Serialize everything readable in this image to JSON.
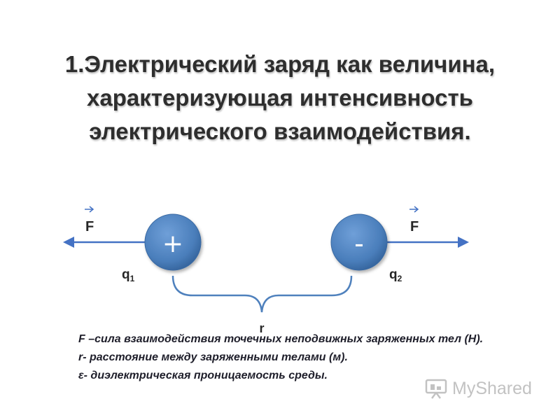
{
  "title": {
    "line1": "1.Электрический заряд как величина,",
    "line2": "характеризующая интенсивность",
    "line3": "электрического взаимодействия."
  },
  "diagram": {
    "force_left": "F",
    "force_right": "F",
    "charge1_sign": "+",
    "charge2_sign": "-",
    "charge1_label": "q",
    "charge1_subscript": "1",
    "charge2_label": "q",
    "charge2_subscript": "2",
    "distance_label": "r",
    "colors": {
      "sphere": "#4a7ebb",
      "arrow": "#4472c4",
      "brace": "#4f81bd"
    }
  },
  "definitions": [
    "F –сила взаимодействия точечных неподвижных заряженных тел (Н).",
    "r- расстояние между заряженными телами (м).",
    "ε- диэлектрическая проницаемость среды."
  ],
  "watermark": {
    "text": "MyShared",
    "icon": "presentation-board-icon"
  }
}
